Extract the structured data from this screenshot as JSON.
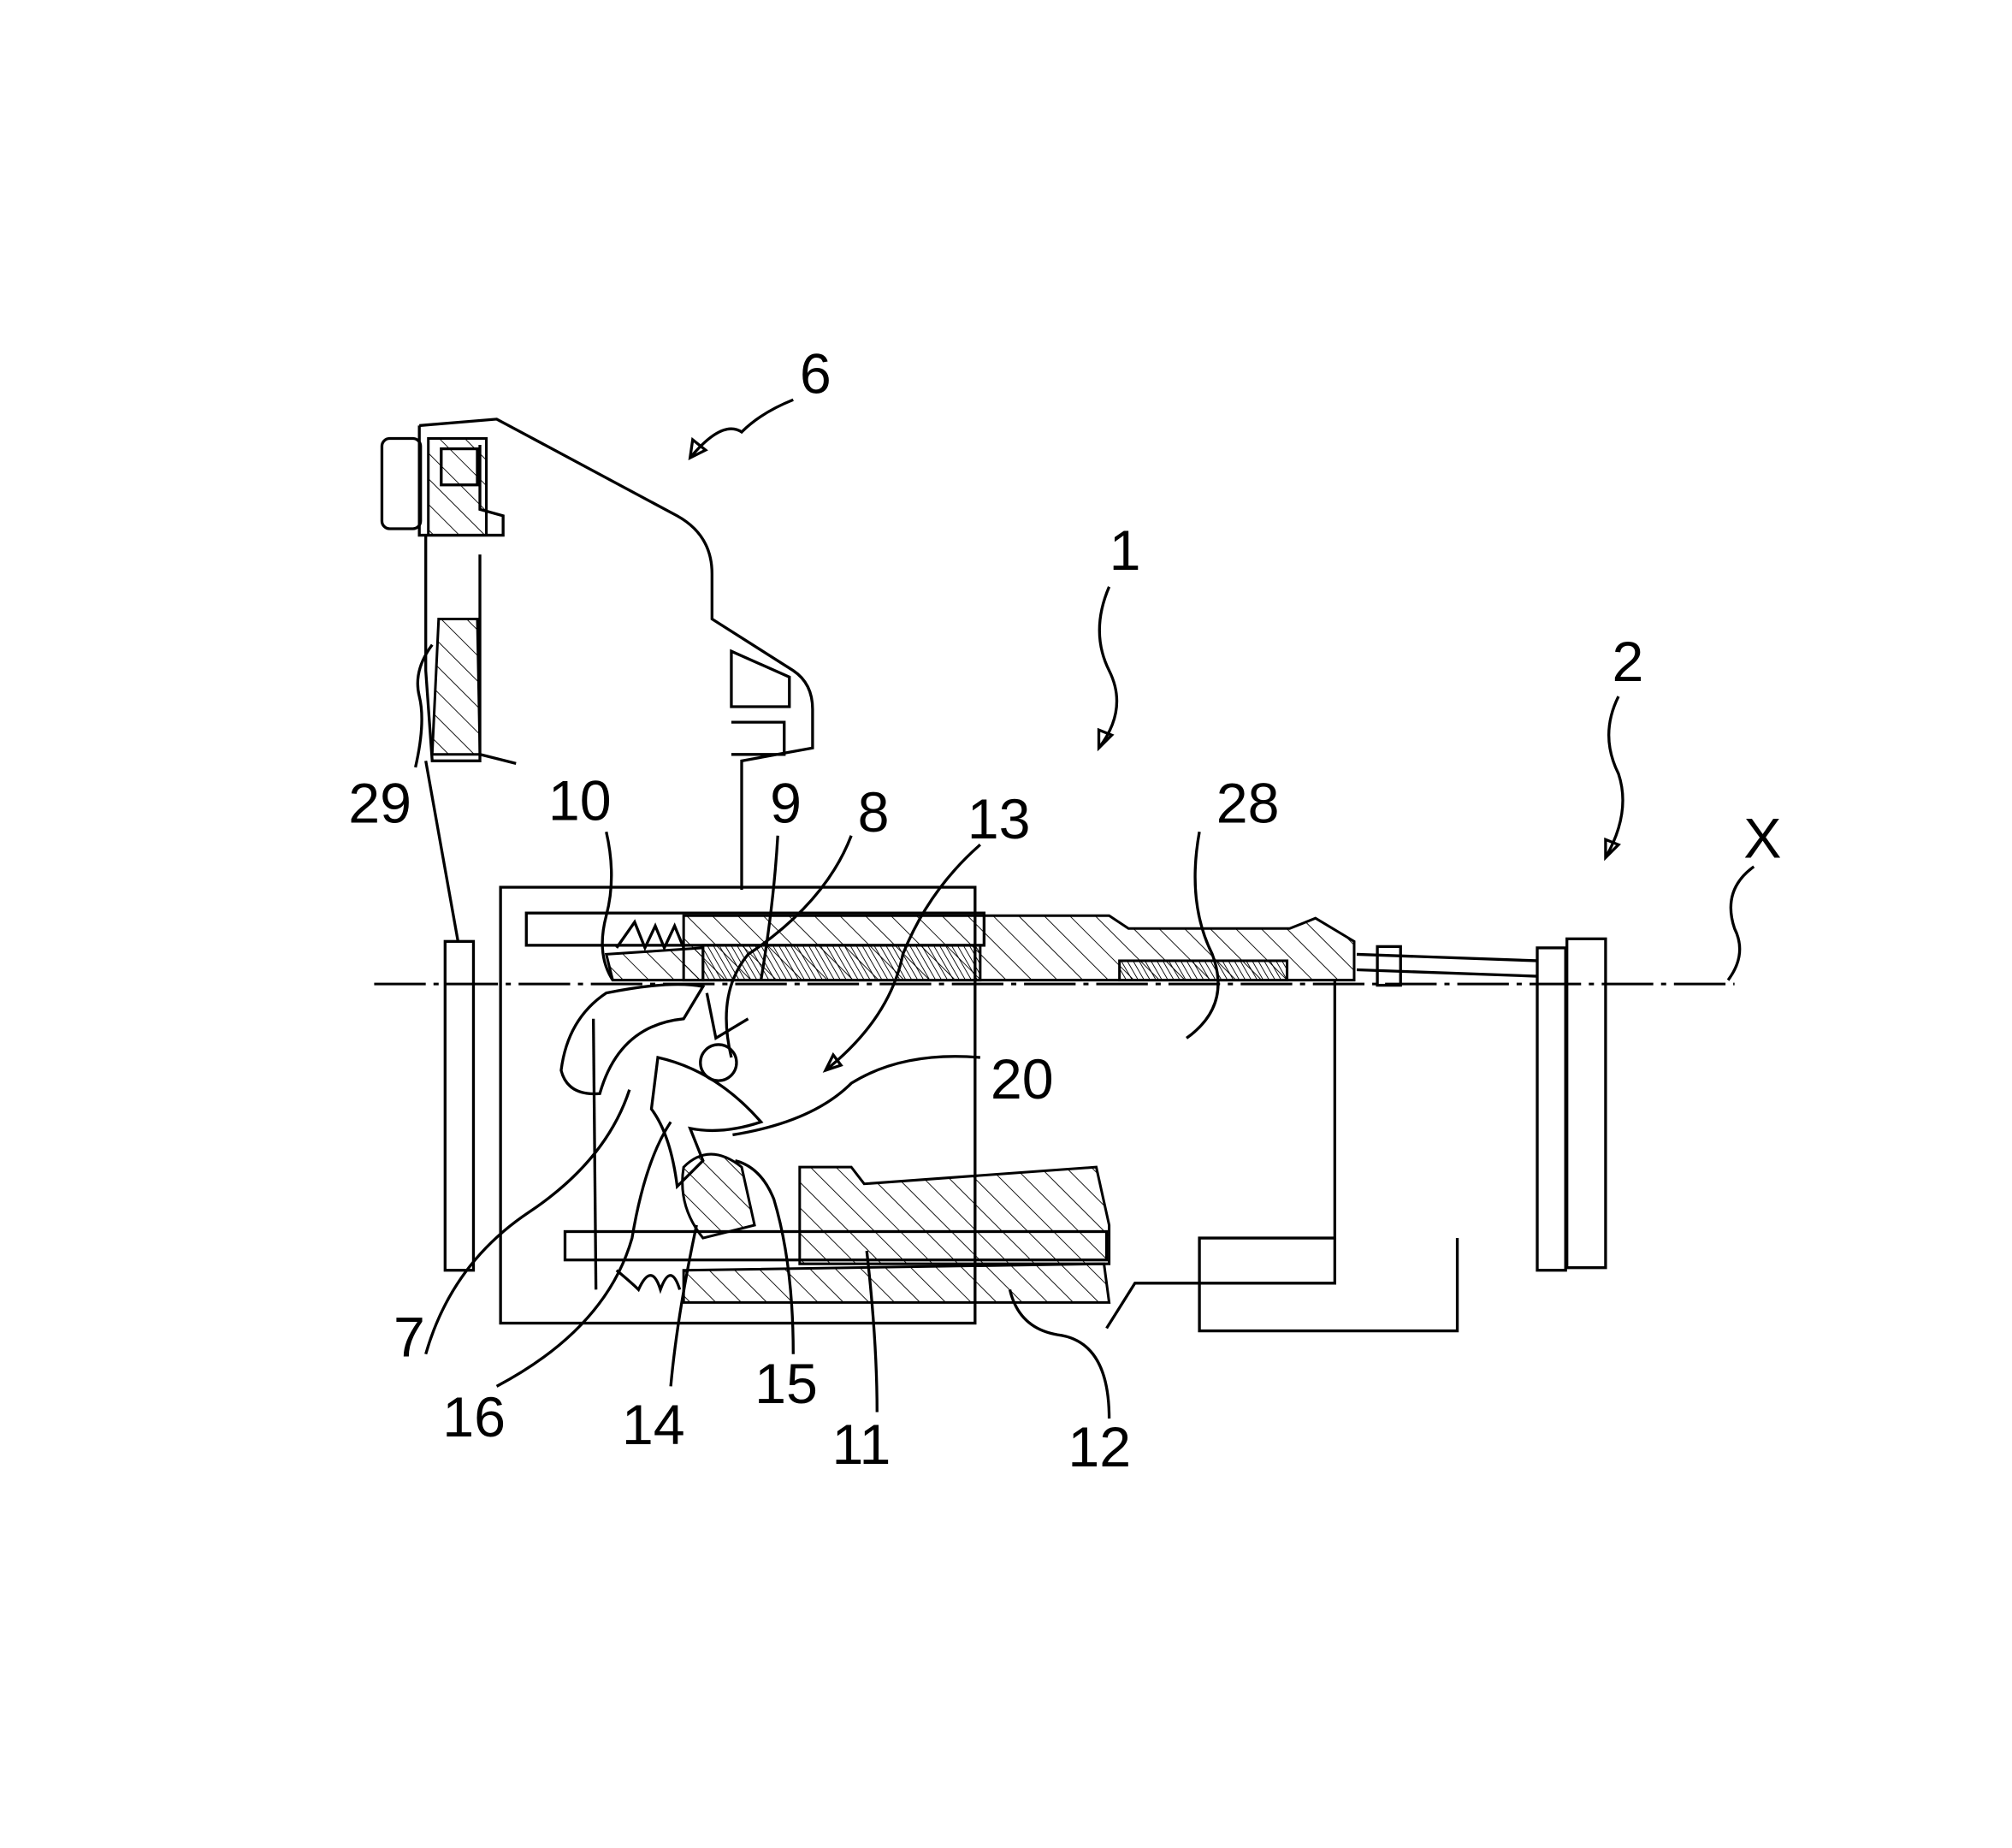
{
  "figure": {
    "labels": {
      "l6": "6",
      "l1": "1",
      "l2": "2",
      "lx": "X",
      "l29": "29",
      "l10": "10",
      "l9": "9",
      "l8": "8",
      "l13": "13",
      "l28": "28",
      "l20": "20",
      "l7": "7",
      "l16": "16",
      "l14": "14",
      "l15": "15",
      "l11": "11",
      "l12": "12"
    },
    "colors": {
      "ink": "#000000",
      "paper": "#ffffff"
    }
  }
}
